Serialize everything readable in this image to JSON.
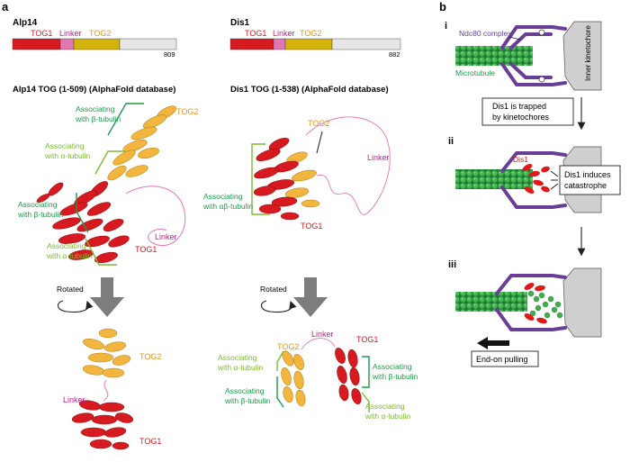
{
  "panel_a": {
    "label": "a",
    "alp14": {
      "name": "Alp14",
      "tog1": "TOG1",
      "linker": "Linker",
      "tog2": "TOG2",
      "length": "809",
      "structure_title": "Alp14 TOG (1-509) (AlphaFold database)",
      "assoc": [
        {
          "l1": "Associating",
          "l2": "with β-tubulin"
        },
        {
          "l1": "Associating",
          "l2": "with α-tubulin"
        },
        {
          "l1": "Associating",
          "l2": "with β-tubulin"
        },
        {
          "l1": "Associating",
          "l2": "with α-tubulin"
        }
      ],
      "tog2_label": "TOG2",
      "linker_label": "Linker",
      "tog1_label": "TOG1",
      "rotated": "Rotated",
      "rot_tog2": "TOG2",
      "rot_linker": "Linker",
      "rot_tog1": "TOG1"
    },
    "dis1": {
      "name": "Dis1",
      "tog1": "TOG1",
      "linker": "Linker",
      "tog2": "TOG2",
      "length": "882",
      "structure_title": "Dis1 TOG (1-538) (AlphaFold database)",
      "tog2_label": "TOG2",
      "linker_label": "Linker",
      "tog1_label": "TOG1",
      "assoc": {
        "l1": "Associating",
        "l2": "with αβ-tubulin"
      },
      "rotated": "Rotated",
      "rot_tog2": "TOG2",
      "rot_linker": "Linker",
      "rot_tog1": "TOG1",
      "rot_assoc": [
        {
          "l1": "Associating",
          "l2": "with α-tubulin"
        },
        {
          "l1": "Associating",
          "l2": "with β-tubulin"
        },
        {
          "l1": "Associating",
          "l2": "with β-tubulin"
        },
        {
          "l1": "Associating",
          "l2": "with α-tubulin"
        }
      ]
    }
  },
  "panel_b": {
    "label": "b",
    "step_i": "i",
    "step_ii": "ii",
    "step_iii": "iii",
    "ndc80": "Ndc80 complex",
    "microtubule": "Microtubule",
    "inner_kinetochore": "Inner kinetochore",
    "trapped_l1": "Dis1 is trapped",
    "trapped_l2": "by kinetochores",
    "dis1": "Dis1",
    "catastrophe_l1": "Dis1 induces",
    "catastrophe_l2": "catastrophe",
    "pulling": "End-on pulling"
  },
  "colors": {
    "tog1": "#d71920",
    "linker": "#e377b4",
    "tog2": "#d4b30c",
    "tail": "#e6e6e6",
    "dark_green": "#1a9b48",
    "light_green": "#7cbb2e",
    "orange": "#e8951c",
    "magenta": "#c21c8c",
    "purple": "#6a3d96",
    "gray_arrow": "#7d7d7d"
  }
}
